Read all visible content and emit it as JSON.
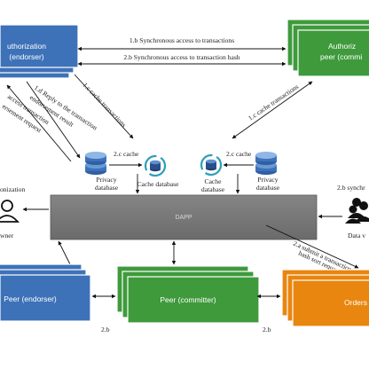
{
  "nodes": {
    "auth_endorser": [
      "uthorization",
      "(endorser)"
    ],
    "auth_committer": [
      "Authoriz",
      "peer (commi"
    ],
    "dapp": "DAPP",
    "peer_endorser": "Peer (endorser)",
    "peer_committer": "Peer (committer)",
    "orders": "Orders",
    "privacy_db_left": [
      "Privacy",
      "database"
    ],
    "cache_db_left": "Cache database",
    "cache_db_right": [
      "Cache",
      "database"
    ],
    "privacy_db_right": [
      "Privacy",
      "database"
    ],
    "left_actor": [
      "onization",
      "wner"
    ],
    "right_actor": [
      "2.b synchr",
      "Data v"
    ]
  },
  "edges": {
    "sync_tx": "1.b Synchronous access to transactions",
    "sync_hash": "2.b Synchronous access to transaction hash",
    "reply_left": [
      "1.d Reply to the transaction",
      "endorsement result"
    ],
    "access_left": [
      "access transaction",
      "ersement request"
    ],
    "cache_tx_left": "1.c cache transactions",
    "cache_tx_right": "1.c cache transactions",
    "cache_left": "2.c cache",
    "cache_right": "2.c cache",
    "submit_hash": [
      "2.a submit a transaction",
      "hash sort request"
    ],
    "b_left": "2.b",
    "b_right": "2.b"
  },
  "colors": {
    "blue": "#3d72b8",
    "green": "#3f9a3c",
    "orange": "#e8860f",
    "dapp": "#7a7a7a"
  }
}
